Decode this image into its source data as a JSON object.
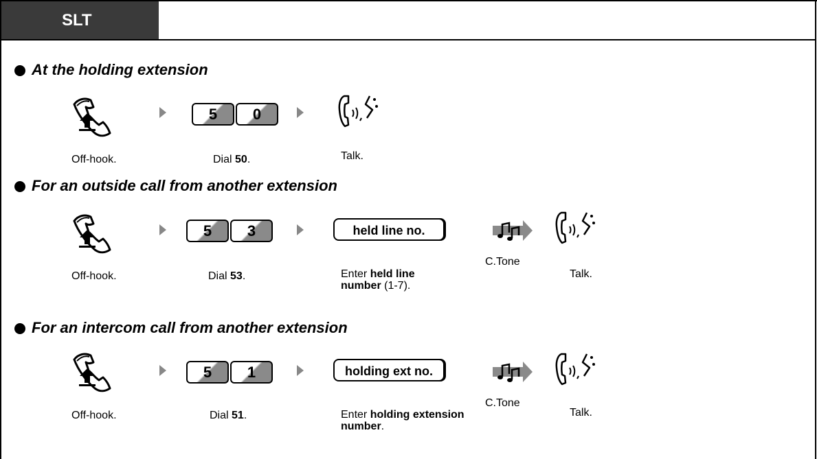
{
  "tab": {
    "label": "SLT"
  },
  "sections": [
    {
      "heading": "At the holding extension",
      "keys": [
        "5",
        "0"
      ],
      "offhook": "Off-hook.",
      "dial_prefix": "Dial ",
      "dial_code": "50",
      "dial_suffix": ".",
      "talk": "Talk."
    },
    {
      "heading": "For an outside call from another extension",
      "keys": [
        "5",
        "3"
      ],
      "offhook": "Off-hook.",
      "dial_prefix": "Dial ",
      "dial_code": "53",
      "dial_suffix": ".",
      "entry_button": "held line no.",
      "enter_prefix": "Enter ",
      "enter_bold": "held line number",
      "enter_suffix": " (1-7).",
      "tone": "C.Tone",
      "talk": "Talk."
    },
    {
      "heading": "For an intercom call from another extension",
      "keys": [
        "5",
        "1"
      ],
      "offhook": "Off-hook.",
      "dial_prefix": "Dial ",
      "dial_code": "51",
      "dial_suffix": ".",
      "entry_button": "holding ext no.",
      "enter_prefix": "Enter ",
      "enter_bold": "holding extension number",
      "enter_suffix": ".",
      "tone": "C.Tone",
      "talk": "Talk."
    }
  ]
}
